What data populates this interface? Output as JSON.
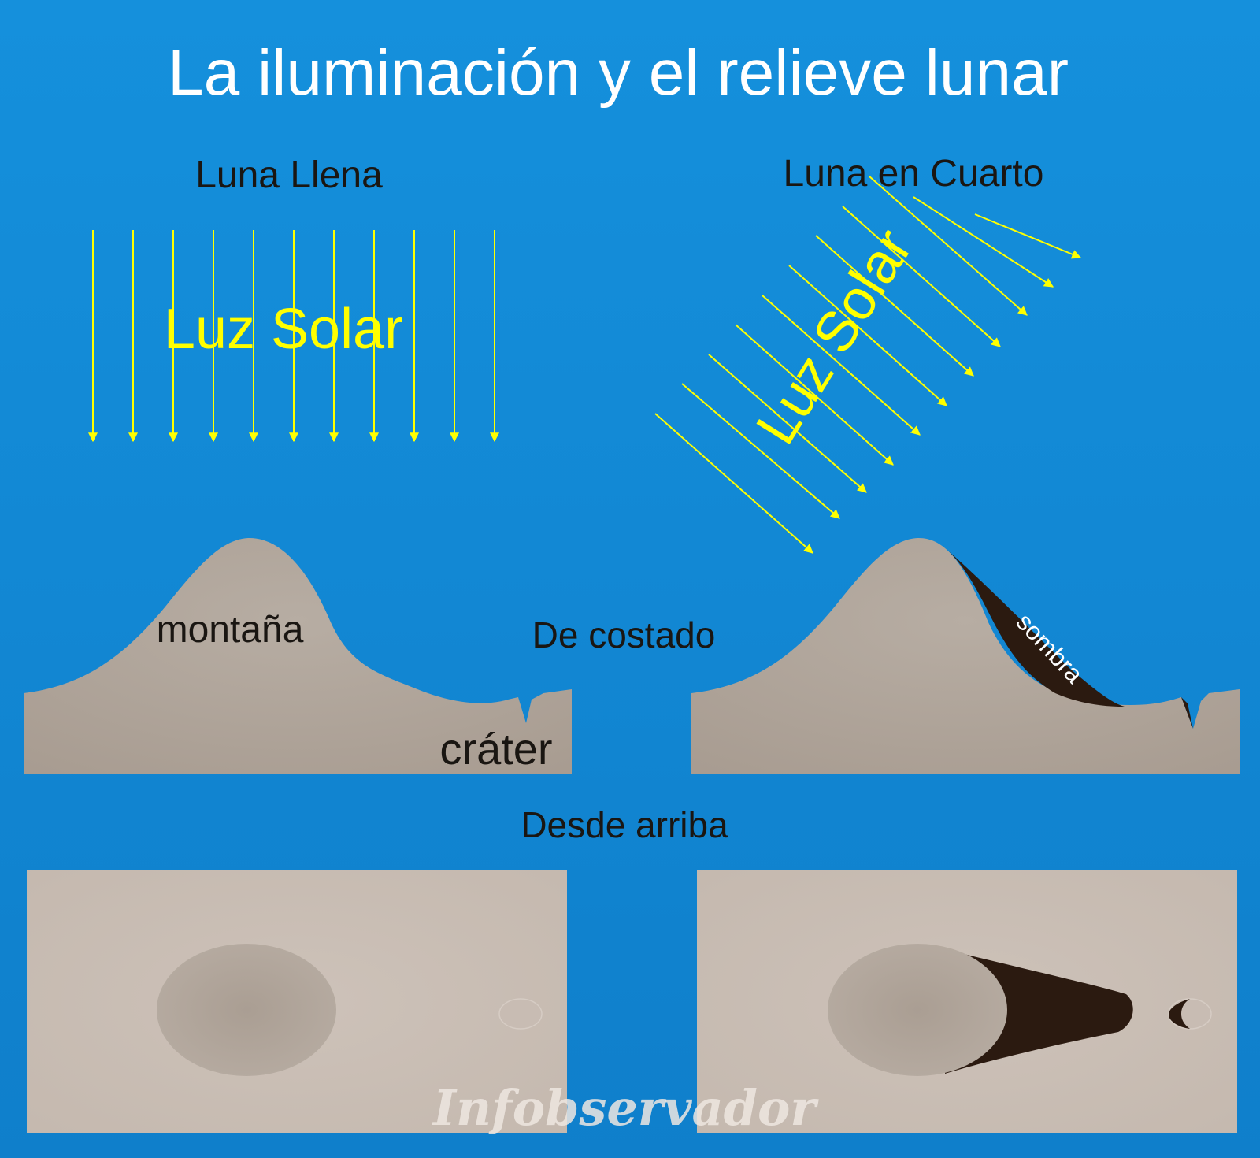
{
  "title": "La iluminación y el relieve lunar",
  "panels": {
    "full_moon": {
      "heading": "Luna Llena",
      "light_label": "Luz Solar",
      "mountain_label": "montaña",
      "crater_label": "cráter"
    },
    "quarter_moon": {
      "heading": "Luna en Cuarto",
      "light_label": "Luz Solar",
      "shadow_label": "sombra"
    }
  },
  "views": {
    "side": "De costado",
    "top": "Desde arriba"
  },
  "watermark": "Infobservador",
  "colors": {
    "background": "#1389d6",
    "rays": "#ffff00",
    "terrain": "#b0a59b",
    "terrain_top_view": "#c9bdb4",
    "shadow": "#2b1a10"
  }
}
